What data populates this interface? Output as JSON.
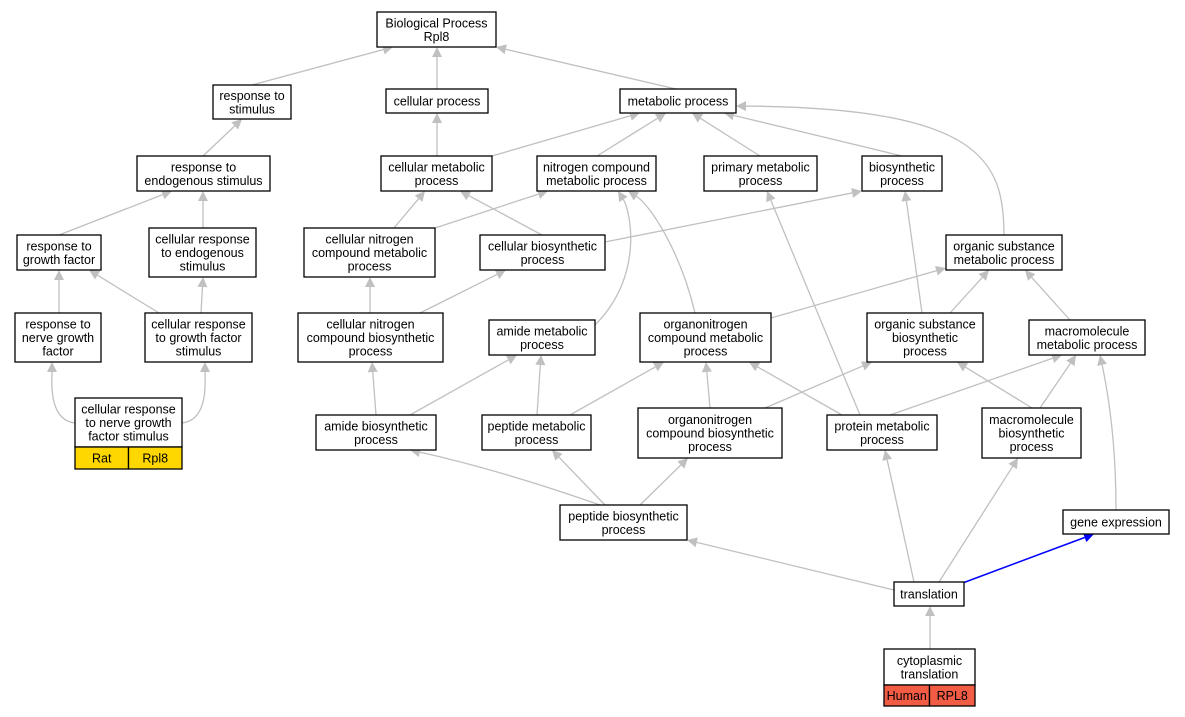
{
  "nodes": {
    "bp": [
      "Biological Process",
      "Rpl8"
    ],
    "rts": [
      "response to",
      "stimulus"
    ],
    "cp": [
      "cellular process"
    ],
    "mp": [
      "metabolic process"
    ],
    "rtes": [
      "response to",
      "endogenous stimulus"
    ],
    "cmp": [
      "cellular metabolic",
      "process"
    ],
    "ncmp": [
      "nitrogen compound",
      "metabolic process"
    ],
    "pmp": [
      "primary metabolic",
      "process"
    ],
    "bsp": [
      "biosynthetic",
      "process"
    ],
    "rtgf": [
      "response to",
      "growth factor"
    ],
    "crtes": [
      "cellular response",
      "to endogenous",
      "stimulus"
    ],
    "cncmp": [
      "cellular nitrogen",
      "compound metabolic",
      "process"
    ],
    "cbp": [
      "cellular biosynthetic",
      "process"
    ],
    "osmp": [
      "organic substance",
      "metabolic process"
    ],
    "rtngf": [
      "response to",
      "nerve growth",
      "factor"
    ],
    "crtgfs": [
      "cellular response",
      "to growth factor",
      "stimulus"
    ],
    "cncbp": [
      "cellular nitrogen",
      "compound biosynthetic",
      "process"
    ],
    "amp": [
      "amide metabolic",
      "process"
    ],
    "oncmp": [
      "organonitrogen",
      "compound metabolic",
      "process"
    ],
    "osbp": [
      "organic substance",
      "biosynthetic",
      "process"
    ],
    "mmp": [
      "macromolecule",
      "metabolic process"
    ],
    "crtngfs": [
      "cellular response",
      "to nerve growth",
      "factor stimulus"
    ],
    "abp": [
      "amide biosynthetic",
      "process"
    ],
    "pepmp": [
      "peptide metabolic",
      "process"
    ],
    "oncbp": [
      "organonitrogen",
      "compound biosynthetic",
      "process"
    ],
    "protmp": [
      "protein metabolic",
      "process"
    ],
    "mbp": [
      "macromolecule",
      "biosynthetic",
      "process"
    ],
    "pepbp": [
      "peptide biosynthetic",
      "process"
    ],
    "ge": [
      "gene expression"
    ],
    "tr": [
      "translation"
    ],
    "ct": [
      "cytoplasmic",
      "translation"
    ]
  },
  "badges": {
    "crtngfs": [
      "Rat",
      "Rpl8"
    ],
    "ct": [
      "Human",
      "RPL8"
    ]
  },
  "colors": {
    "edge": "#c0c0c0",
    "highlight_edge": "#0000ff",
    "rat_badge": "#ffd700",
    "human_badge": "#f25c45"
  }
}
